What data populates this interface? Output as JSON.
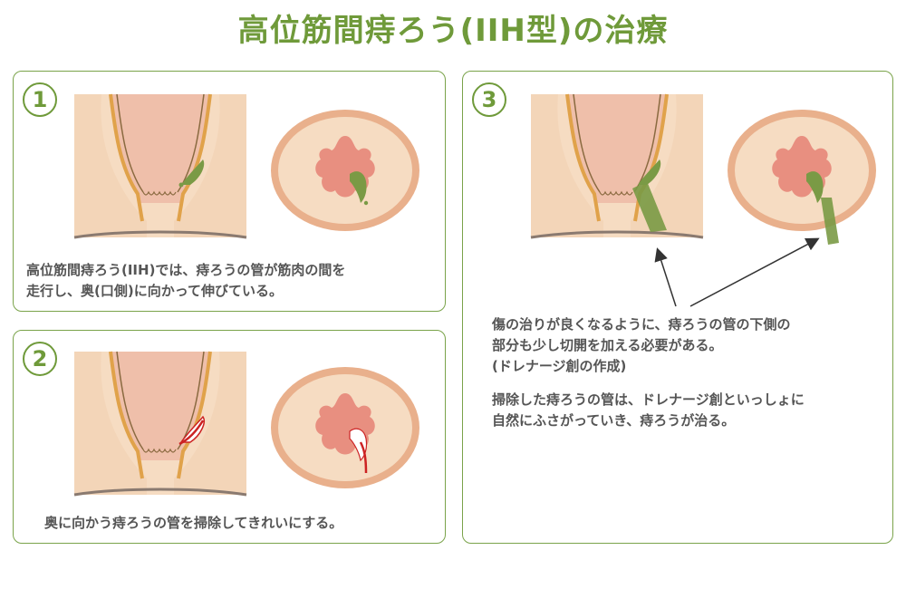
{
  "title": "高位筋間痔ろう(IIH型)の治療",
  "panels": [
    {
      "number": "1",
      "caption_lines": [
        "高位筋間痔ろう(IIH)では、痔ろうの管が筋肉の間を",
        "走行し、奥(口側)に向かって伸びている。"
      ]
    },
    {
      "number": "2",
      "caption_lines": [
        "奥に向かう痔ろうの管を掃除してきれいにする。"
      ]
    },
    {
      "number": "3",
      "caption_lines": [
        "傷の治りが良くなるように、痔ろうの管の下側の",
        "部分も少し切開を加える必要がある。",
        "(ドレナージ創の作成)",
        "",
        "掃除した痔ろうの管は、ドレナージ創といっしょに",
        "自然にふさがっていき、痔ろうが治る。"
      ]
    }
  ],
  "colors": {
    "accent": "#6f9a3a",
    "tissue": "#f6dcc2",
    "muscle": "#e9b08c",
    "mucosa": "#efbfaa",
    "fistula": "#7a9a45",
    "blood": "#cc2222"
  }
}
